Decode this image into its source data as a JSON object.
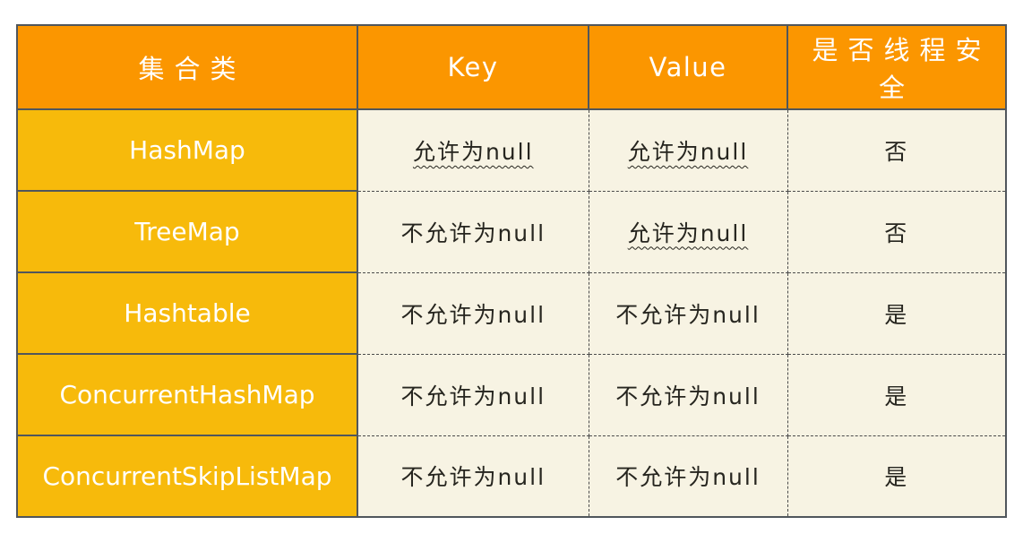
{
  "table": {
    "headers": {
      "collection": "集合类",
      "key": "Key",
      "value": "Value",
      "thread_safe": "是否线程安全"
    },
    "rows": [
      {
        "name": "HashMap",
        "key": "允许为null",
        "key_wavy": true,
        "value": "允许为null",
        "value_wavy": true,
        "thread_safe": "否"
      },
      {
        "name": "TreeMap",
        "key": "不允许为null",
        "key_wavy": false,
        "value": "允许为null",
        "value_wavy": true,
        "thread_safe": "否"
      },
      {
        "name": "Hashtable",
        "key": "不允许为null",
        "key_wavy": false,
        "value": "不允许为null",
        "value_wavy": false,
        "thread_safe": "是"
      },
      {
        "name": "ConcurrentHashMap",
        "key": "不允许为null",
        "key_wavy": false,
        "value": "不允许为null",
        "value_wavy": false,
        "thread_safe": "是"
      },
      {
        "name": "ConcurrentSkipListMap",
        "key": "不允许为null",
        "key_wavy": false,
        "value": "不允许为null",
        "value_wavy": false,
        "thread_safe": "是"
      }
    ],
    "colors": {
      "header_bg": "#fb9600",
      "name_col_bg": "#f7ba0b",
      "body_bg": "#f7f3e3",
      "border": "#50565c",
      "header_text": "#ffffff",
      "body_text": "#26251f"
    }
  },
  "chart_data": {
    "type": "table",
    "title": "Map集合类对比：Key/Value是否允许为null与线程安全性",
    "columns": [
      "集合类",
      "Key",
      "Value",
      "是否线程安全"
    ],
    "rows": [
      [
        "HashMap",
        "允许为null",
        "允许为null",
        "否"
      ],
      [
        "TreeMap",
        "不允许为null",
        "允许为null",
        "否"
      ],
      [
        "Hashtable",
        "不允许为null",
        "不允许为null",
        "是"
      ],
      [
        "ConcurrentHashMap",
        "不允许为null",
        "不允许为null",
        "是"
      ],
      [
        "ConcurrentSkipListMap",
        "不允许为null",
        "不允许为null",
        "是"
      ]
    ],
    "annotations": "允许为null 的单元格带手绘波浪下划线（HashMap的Key/Value、TreeMap的Value）"
  }
}
